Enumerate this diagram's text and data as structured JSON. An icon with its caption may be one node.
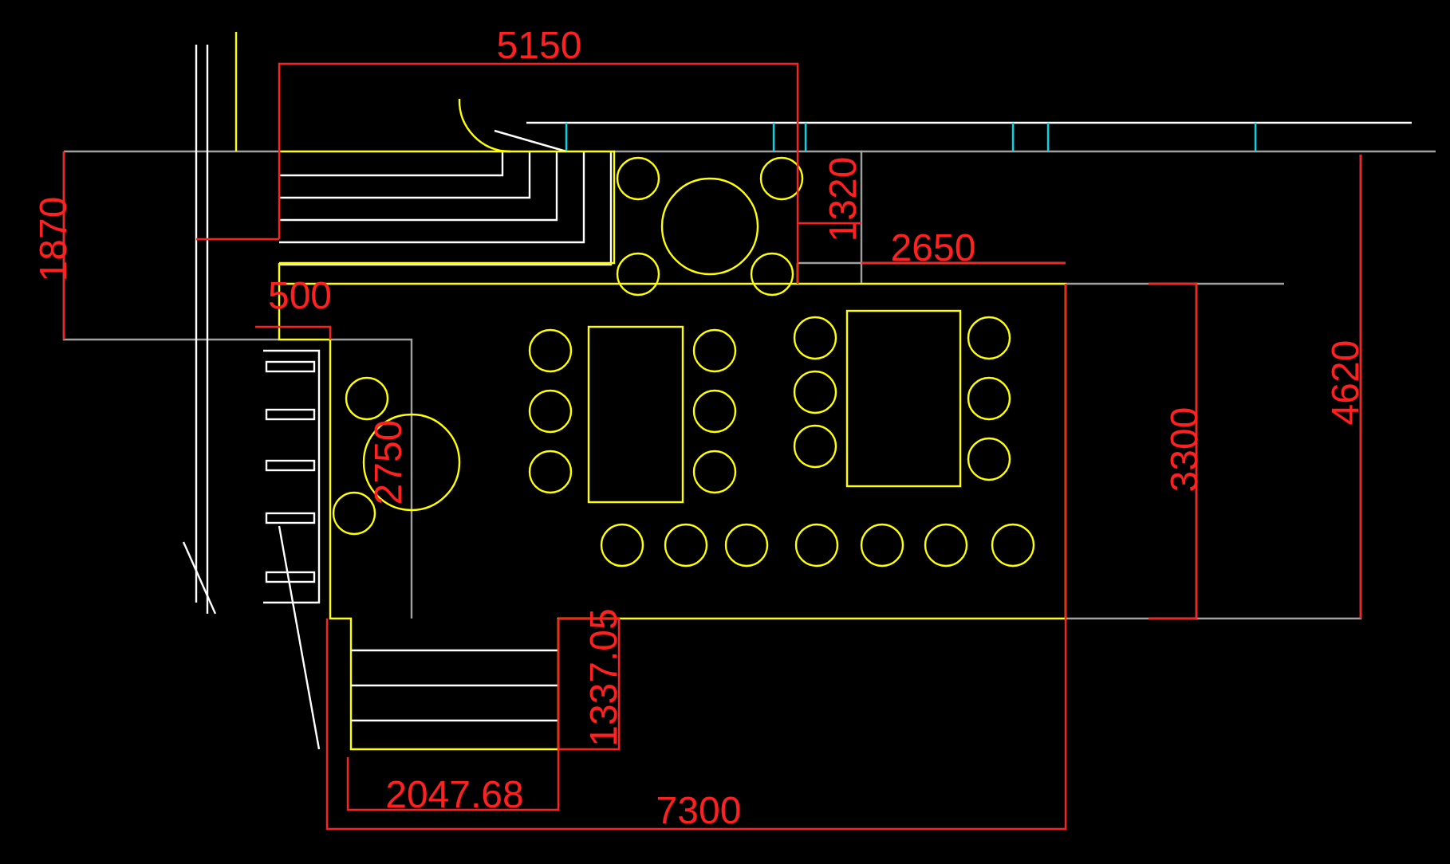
{
  "diagram": {
    "labels": [
      "5150",
      "1870",
      "1320",
      "2650",
      "500",
      "4620",
      "2750",
      "3300",
      "1337.05",
      "2047.68",
      "7300"
    ]
  }
}
